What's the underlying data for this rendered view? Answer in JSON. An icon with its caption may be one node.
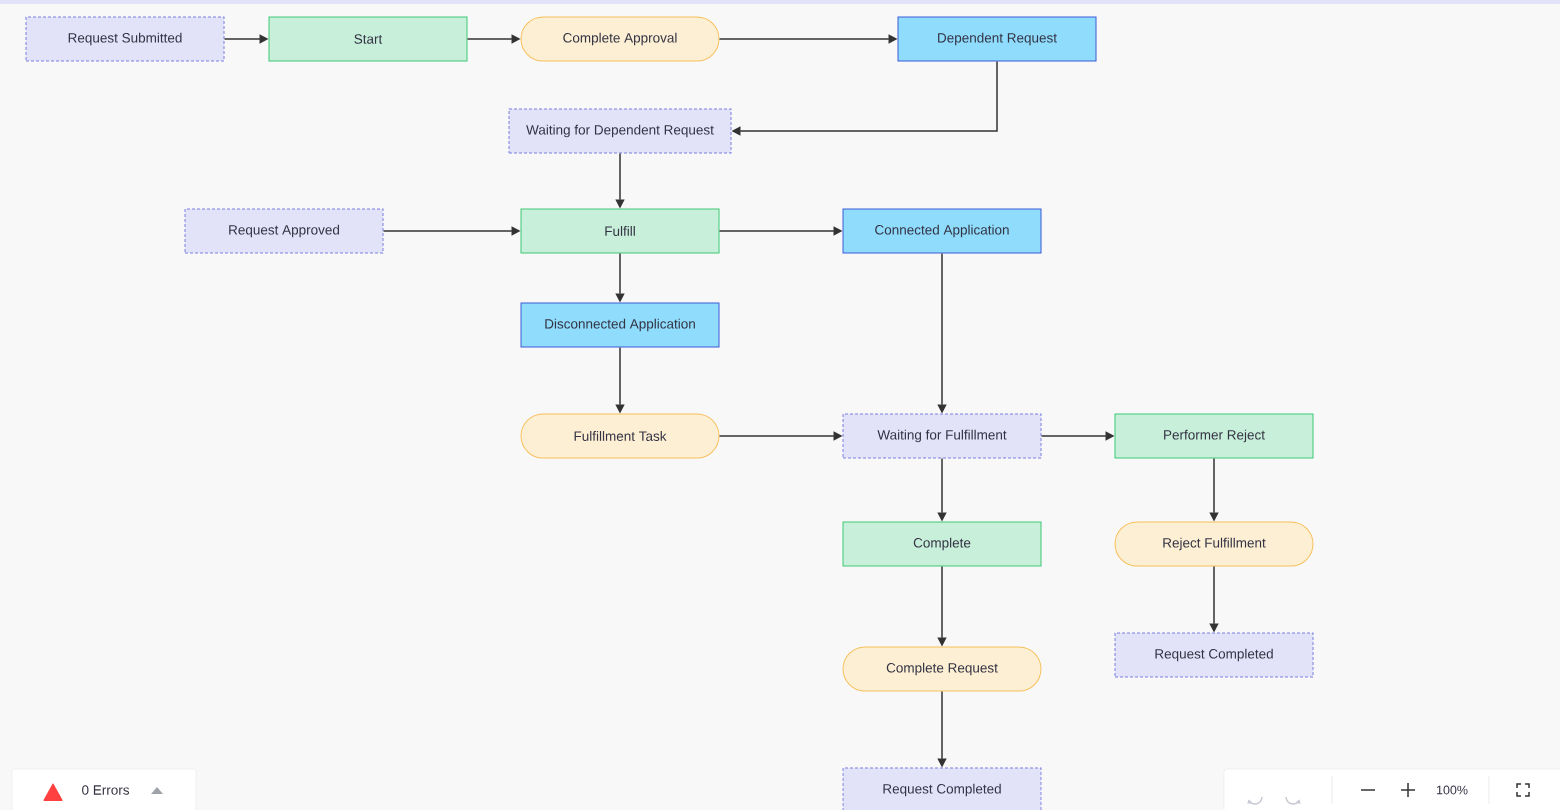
{
  "diagram": {
    "nodes": [
      {
        "text": [
          "Request Submitted"
        ]
      },
      {
        "text": [
          "Start"
        ]
      },
      {
        "text": [
          "Complete Approval"
        ]
      },
      {
        "text": [
          "Dependent Request"
        ]
      },
      {
        "text": [
          "Waiting for Dependent Request"
        ]
      },
      {
        "text": [
          "Request Approved"
        ]
      },
      {
        "text": [
          "Fulfill"
        ]
      },
      {
        "text": [
          "Connected Application"
        ]
      },
      {
        "text": [
          "Disconnected Application"
        ]
      },
      {
        "text": [
          "Fulfillment Task"
        ]
      },
      {
        "text": [
          "Waiting for Fulfillment"
        ]
      },
      {
        "text": [
          "Performer Reject"
        ]
      },
      {
        "text": [
          "Complete"
        ]
      },
      {
        "text": [
          "Reject Fulfillment"
        ]
      },
      {
        "text": [
          "Request Completed"
        ]
      },
      {
        "text": [
          "Complete Request"
        ]
      },
      {
        "text": [
          "Request Completed"
        ]
      }
    ],
    "edges": [
      {
        "from": 0,
        "to": 1,
        "arrow": "to"
      },
      {
        "from": 1,
        "to": 2,
        "arrow": "to"
      },
      {
        "from": 2,
        "to": 3,
        "arrow": "to"
      },
      {
        "from": 3,
        "to": 4,
        "arrow": "to"
      },
      {
        "from": 4,
        "to": 6,
        "arrow": "to"
      },
      {
        "from": 5,
        "to": 6,
        "arrow": "to"
      },
      {
        "from": 6,
        "to": 7,
        "arrow": "to"
      },
      {
        "from": 6,
        "to": 8,
        "arrow": "to"
      },
      {
        "from": 7,
        "to": 10,
        "arrow": "to"
      },
      {
        "from": 8,
        "to": 9,
        "arrow": "to"
      },
      {
        "from": 9,
        "to": 10,
        "arrow": "to"
      },
      {
        "from": 10,
        "to": 11,
        "arrow": "to"
      },
      {
        "from": 10,
        "to": 12,
        "arrow": "to"
      },
      {
        "from": 11,
        "to": 13,
        "arrow": "to"
      },
      {
        "from": 13,
        "to": 14,
        "arrow": "to"
      },
      {
        "from": 12,
        "to": 15,
        "arrow": "to"
      },
      {
        "from": 15,
        "to": 16,
        "arrow": "to"
      }
    ],
    "labels": [
      "0 Errors",
      "100%"
    ]
  }
}
